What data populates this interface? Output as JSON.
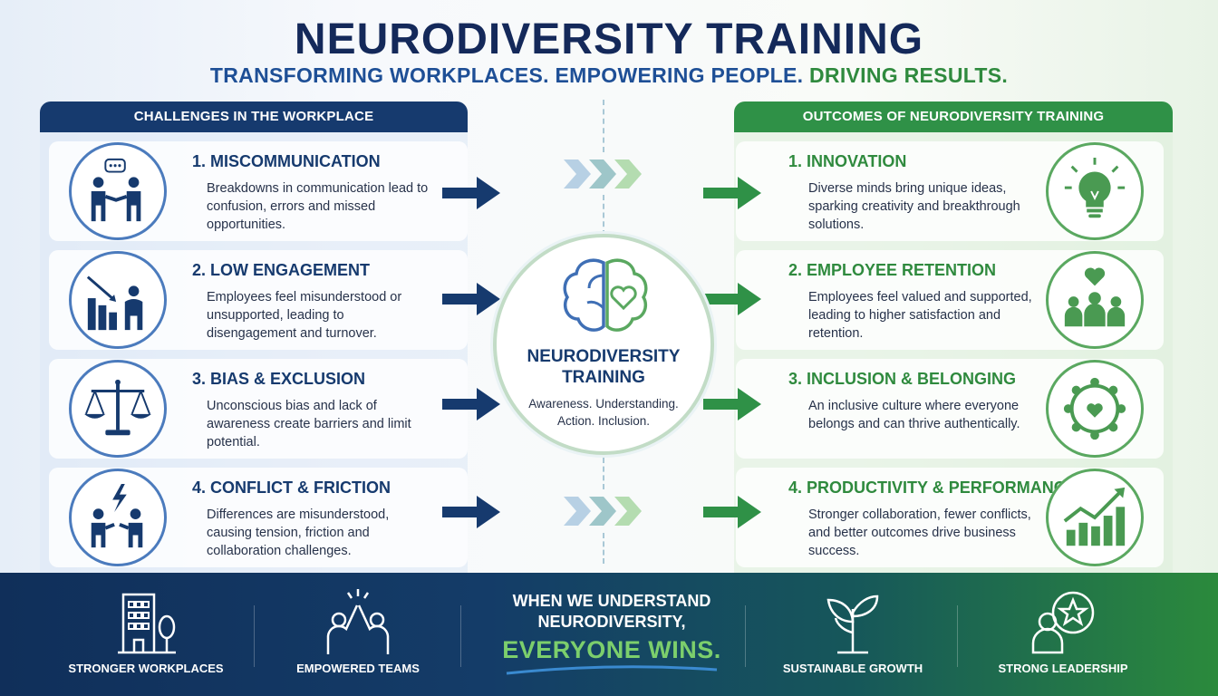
{
  "header": {
    "title": "NEURODIVERSITY TRAINING",
    "subtitle_part1": "TRANSFORMING WORKPLACES. EMPOWERING PEOPLE.",
    "subtitle_part2": "DRIVING RESULTS."
  },
  "challenges": {
    "heading": "CHALLENGES IN THE WORKPLACE",
    "items": [
      {
        "title": "1. MISCOMMUNICATION",
        "desc": "Breakdowns in communication lead to confusion, errors and missed opportunities.",
        "icon": "miscommunication-icon"
      },
      {
        "title": "2. LOW ENGAGEMENT",
        "desc": "Employees feel misunderstood or unsupported, leading to disengagement and turnover.",
        "icon": "low-engagement-icon"
      },
      {
        "title": "3. BIAS & EXCLUSION",
        "desc": "Unconscious bias and lack of awareness create barriers and limit potential.",
        "icon": "scales-icon"
      },
      {
        "title": "4. CONFLICT & FRICTION",
        "desc": "Differences are misunderstood, causing tension, friction and collaboration challenges.",
        "icon": "conflict-icon"
      }
    ]
  },
  "outcomes": {
    "heading": "OUTCOMES OF NEURODIVERSITY TRAINING",
    "items": [
      {
        "title": "1. INNOVATION",
        "desc": "Diverse minds bring unique ideas, sparking creativity and breakthrough solutions.",
        "icon": "lightbulb-icon"
      },
      {
        "title": "2. EMPLOYEE RETENTION",
        "desc": "Employees feel valued and supported, leading to higher satisfaction and retention.",
        "icon": "team-heart-icon"
      },
      {
        "title": "3. INCLUSION & BELONGING",
        "desc": "An inclusive culture where everyone belongs and can thrive authentically.",
        "icon": "circle-of-people-icon"
      },
      {
        "title": "4. PRODUCTIVITY & PERFORMANCE",
        "desc": "Stronger collaboration, fewer conflicts, and better outcomes drive business success.",
        "icon": "growth-chart-icon"
      }
    ]
  },
  "center": {
    "title_line1": "NEURODIVERSITY",
    "title_line2": "TRAINING",
    "sub_line1": "Awareness. Understanding.",
    "sub_line2": "Action. Inclusion.",
    "icon": "brain-heart-icon"
  },
  "footer": {
    "items": [
      {
        "label": "STRONGER WORKPLACES",
        "icon": "building-icon"
      },
      {
        "label": "EMPOWERED TEAMS",
        "icon": "high-five-icon"
      },
      {
        "label": "SUSTAINABLE GROWTH",
        "icon": "plant-icon"
      },
      {
        "label": "STRONG LEADERSHIP",
        "icon": "leader-star-icon"
      }
    ],
    "center_line1": "WHEN WE UNDERSTAND",
    "center_line2": "NEURODIVERSITY,",
    "center_line3": "EVERYONE WINS."
  },
  "colors": {
    "navy": "#163a6e",
    "green": "#2f9147",
    "blue_accent": "#4b7bbd",
    "green_accent": "#5aa860"
  }
}
